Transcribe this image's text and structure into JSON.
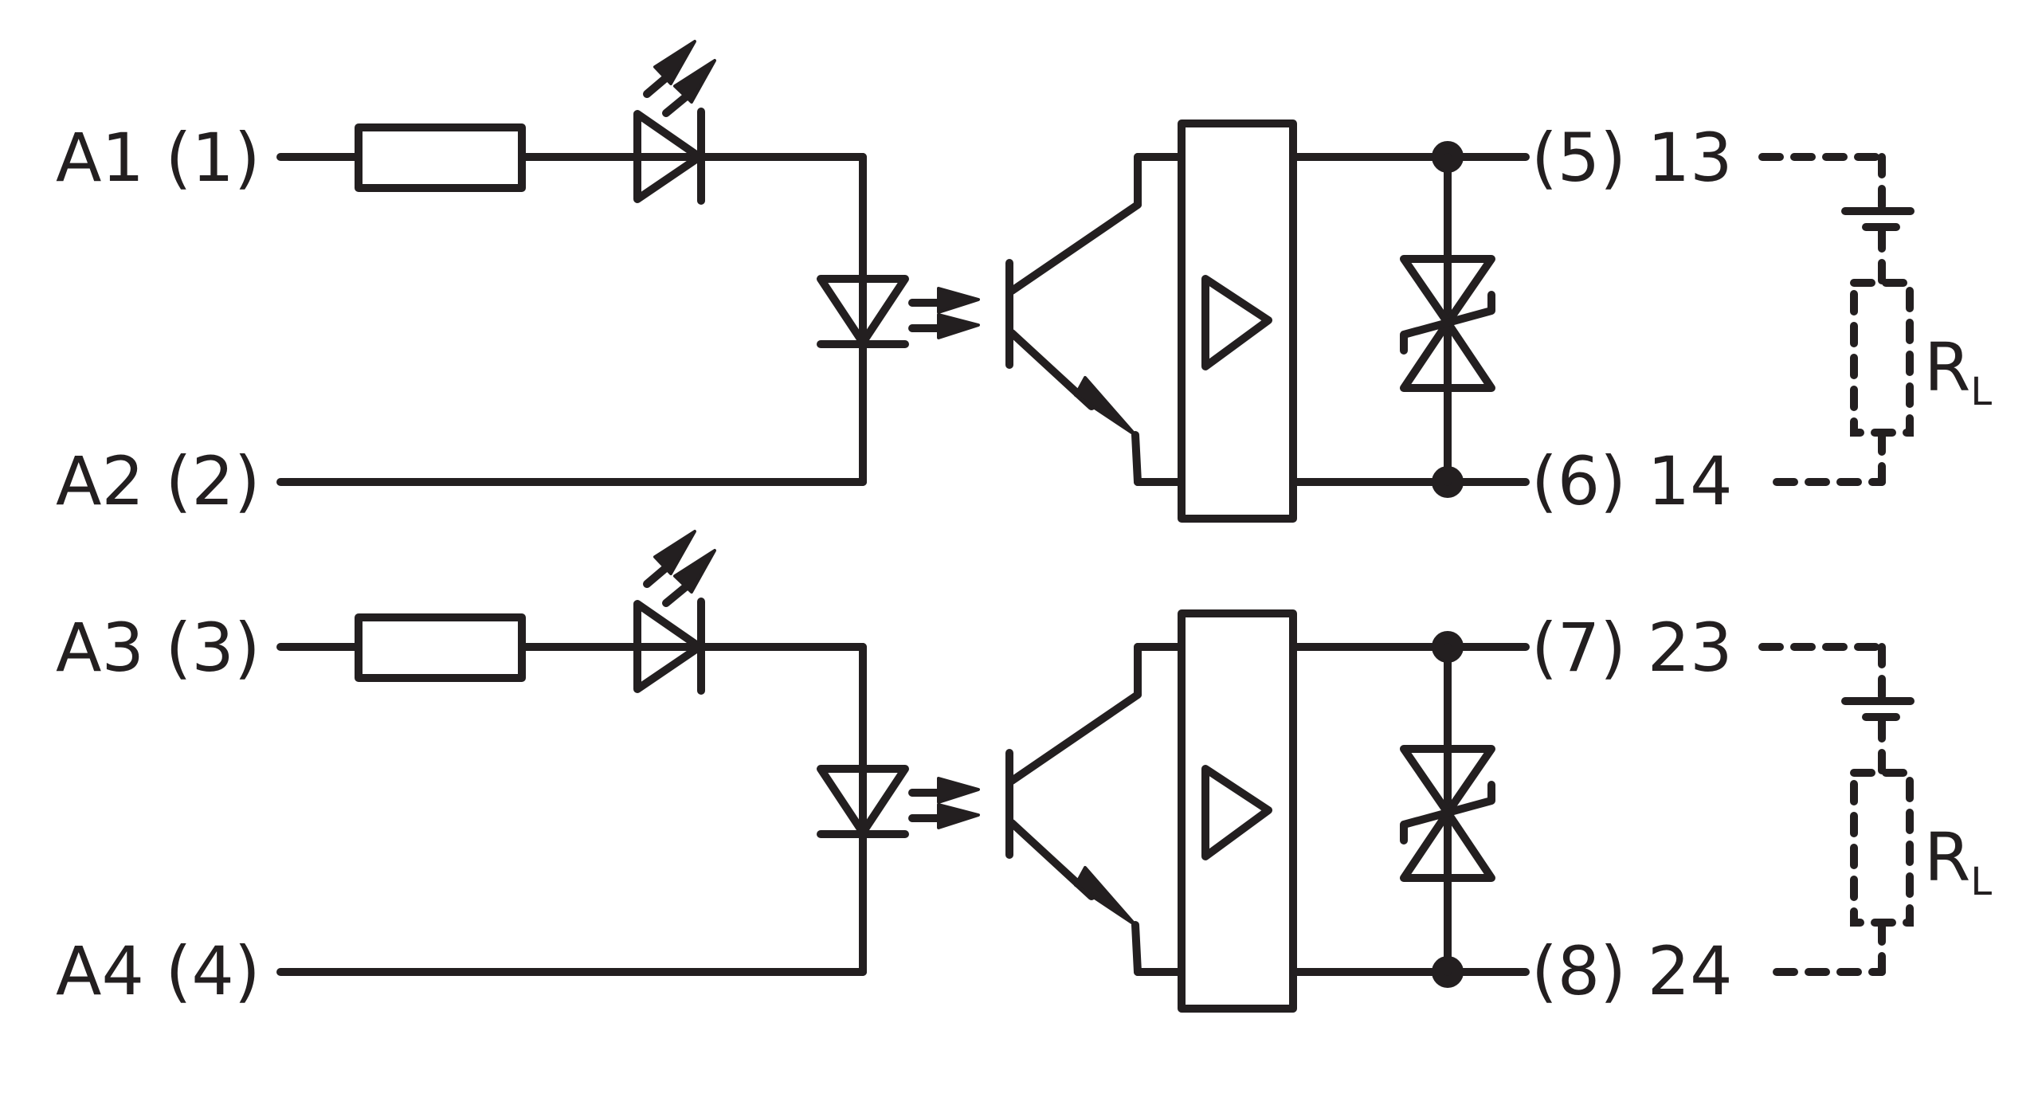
{
  "title": "Solid-state output module — 2-channel optocoupler wiring diagram",
  "colors": {
    "line": "#231f20",
    "background": "#ffffff"
  },
  "channels": [
    {
      "input_plus_label": "A1 (1)",
      "input_minus_label": "A2 (2)",
      "output_top_label": "(5) 13",
      "output_bottom_label": "(6) 14",
      "load_label": "R",
      "load_subscript": "L"
    },
    {
      "input_plus_label": "A3 (3)",
      "input_minus_label": "A4 (4)",
      "output_top_label": "(7) 23",
      "output_bottom_label": "(8) 24",
      "load_label": "R",
      "load_subscript": "L"
    }
  ],
  "components": [
    "series-resistor",
    "status-led",
    "optocoupler-led",
    "phototransistor",
    "amplifier-block",
    "bidirectional-tvs-diode",
    "external-dc-supply",
    "external-load-resistor"
  ]
}
